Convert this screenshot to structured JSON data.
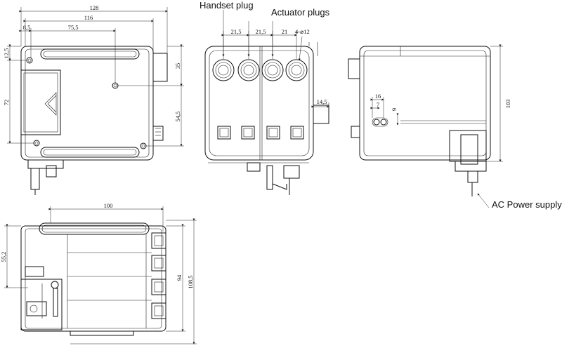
{
  "labels": {
    "handset_plug": "Handset plug",
    "actuator_plugs": "Actuator plugs",
    "ac_power_supply": "AC Power supply"
  },
  "dimensions": {
    "front": {
      "d128": "128",
      "d116": "116",
      "d8_5": "8,5",
      "d75_5": "75,5",
      "d12_5": "12,5",
      "d72": "72",
      "d35": "35",
      "d54_5": "54,5"
    },
    "side": {
      "d21_5a": "21,5",
      "d21_5b": "21,5",
      "d21": "21",
      "holes": "4-⌀12",
      "d14_5": "14,5"
    },
    "right": {
      "d16": "16",
      "d7": "7",
      "d9": "9",
      "d103": "103"
    },
    "bottom": {
      "d100": "100",
      "d55_2": "55,2",
      "d94": "94",
      "d108_5": "108,5"
    }
  }
}
